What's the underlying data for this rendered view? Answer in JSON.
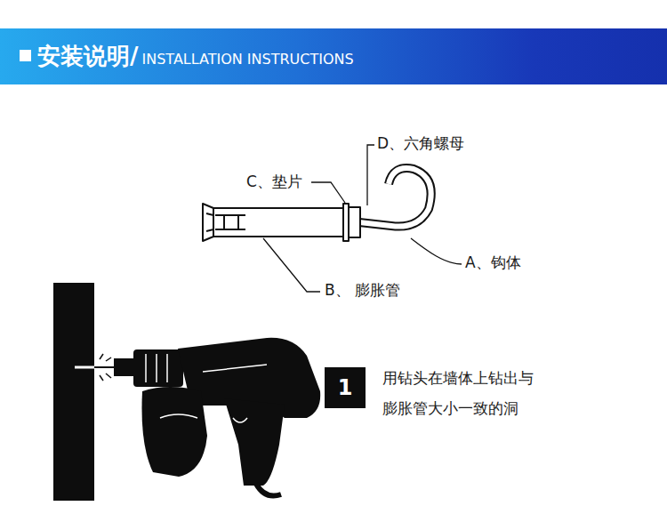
{
  "diagram": {
    "nodes": [
      {
        "text": [
          "安装说明/",
          "INSTALLATION INSTRUCTIONS"
        ]
      },
      {
        "text": [
          "1"
        ]
      }
    ],
    "labels": [
      "D、六角螺母",
      "C、垫片",
      "A、钩体",
      "B、 膨胀管",
      "用钻头在墙体上钻出与膨胀管大小一致的洞"
    ]
  }
}
